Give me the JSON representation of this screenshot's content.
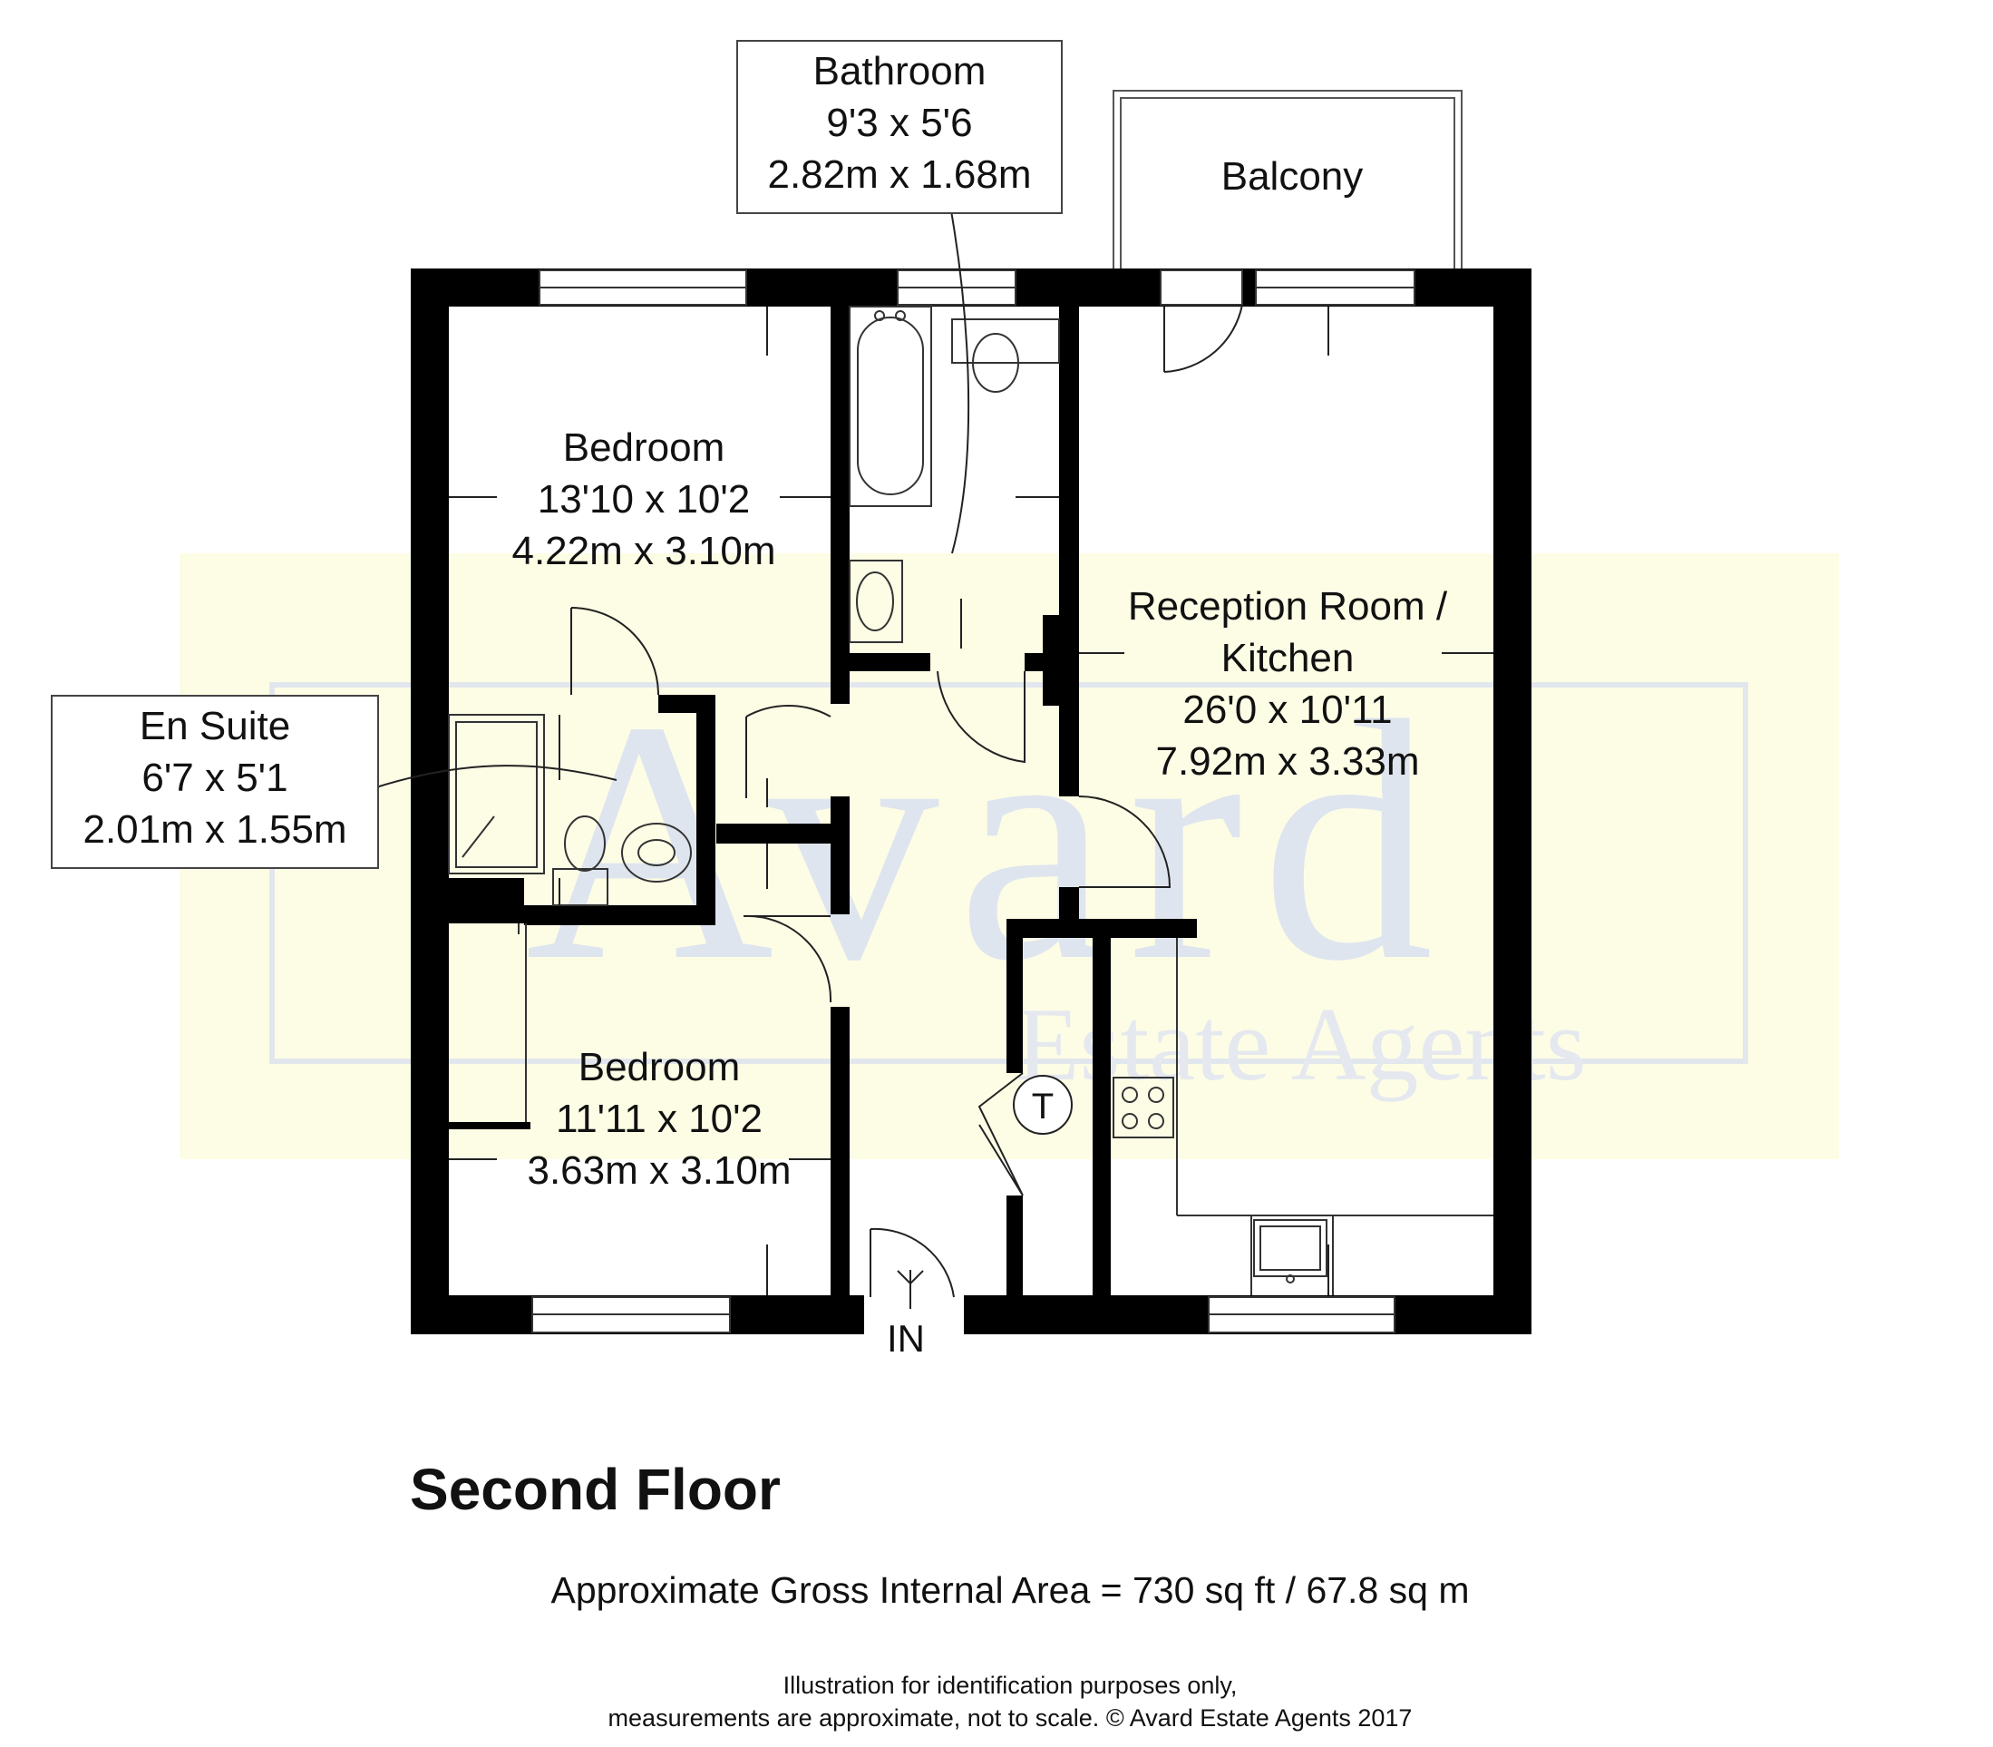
{
  "watermark": {
    "brand": "Avard",
    "subtitle": "Estate Agents"
  },
  "rooms": {
    "bathroom": {
      "name": "Bathroom",
      "imperial": "9'3 x 5'6",
      "metric": "2.82m x 1.68m"
    },
    "balcony": {
      "name": "Balcony"
    },
    "bedroom1": {
      "name": "Bedroom",
      "imperial": "13'10 x 10'2",
      "metric": "4.22m x 3.10m"
    },
    "reception": {
      "name_line1": "Reception Room /",
      "name_line2": "Kitchen",
      "imperial": "26'0 x 10'11",
      "metric": "7.92m x 3.33m"
    },
    "ensuite": {
      "name": "En Suite",
      "imperial": "6'7 x 5'1",
      "metric": "2.01m x 1.55m"
    },
    "bedroom2": {
      "name": "Bedroom",
      "imperial": "11'11 x 10'2",
      "metric": "3.63m x 3.10m"
    }
  },
  "symbols": {
    "tank": "T",
    "entrance": "IN"
  },
  "footer": {
    "floor": "Second Floor",
    "area": "Approximate Gross Internal Area = 730 sq ft / 67.8 sq m",
    "note_line1": "Illustration for identification purposes only,",
    "note_line2": "measurements are approximate, not to scale. © Avard Estate Agents 2017"
  },
  "colors": {
    "wall": "#000000",
    "watermark_band": "#fdfde6",
    "watermark_text": "#dfe5ee"
  }
}
